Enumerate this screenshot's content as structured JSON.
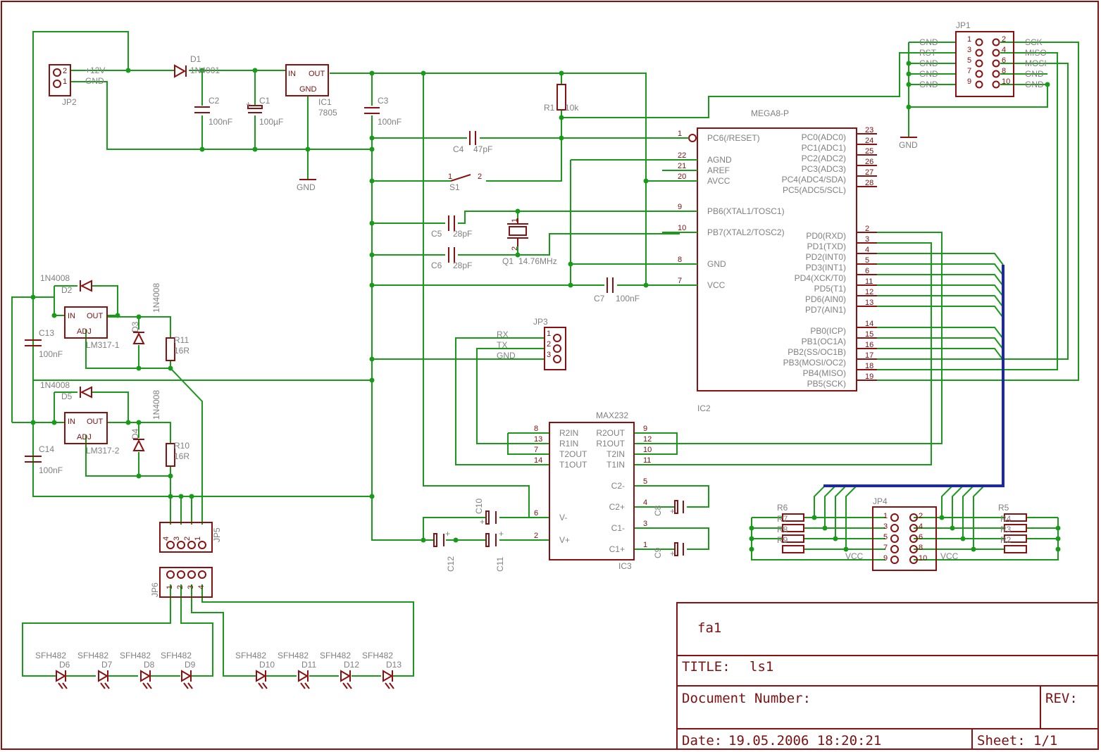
{
  "title_block": {
    "sheet_name": "fa1",
    "title_label": "TITLE:",
    "title_value": "ls1",
    "doc_number_label": "Document Number:",
    "rev_label": "REV:",
    "date_label": "Date:",
    "date_value": "19.05.2006 18:20:21",
    "sheet_label": "Sheet:",
    "sheet_value": "1/1"
  },
  "labels": {
    "jp2": "JP2",
    "jp2_p2": "2",
    "jp2_p1": "1",
    "jp2_12v": "+12V",
    "jp2_gnd": "GND",
    "d1": "D1",
    "d1_val": "1N4001",
    "c2": "C2",
    "c2_val": "100nF",
    "c1": "C1",
    "c1_val": "100µF",
    "ic1": "IC1",
    "ic1_val": "7805",
    "ic1_in": "IN",
    "ic1_out": "OUT",
    "ic1_gnd": "GND",
    "c3": "C3",
    "c3_val": "100nF",
    "r1": "R1",
    "r1_val": "10k",
    "gnd1": "GND",
    "gnd2": "GND",
    "c4": "C4",
    "c4_val": "47pF",
    "s1": "S1",
    "s1_p1": "1",
    "s1_p2": "2",
    "c5": "C5",
    "c5_val": "28pF",
    "c6": "C6",
    "c6_val": "28pF",
    "q1": "Q1",
    "q1_val": "14.76MHz",
    "q1_p1": "1",
    "q1_p2": "2",
    "c7": "C7",
    "c7_val": "100nF",
    "ic2": "IC2",
    "ic2_val": "MEGA8-P",
    "jp1": "JP1",
    "jp3": "JP3",
    "jp3_rx": "RX",
    "jp3_tx": "TX",
    "jp3_gnd": "GND",
    "ic3": "IC3",
    "ic3_val": "MAX232",
    "c8": "C8",
    "c9": "C9",
    "c10": "C10",
    "c11": "C11",
    "c12": "C12",
    "d2": "D2",
    "d2_val": "1N4008",
    "d5": "D5",
    "d5_val": "1N4008",
    "d3": "D3",
    "d3_val": "1N4008",
    "d4": "D4",
    "d4_val": "1N4008",
    "u1": "LM317-1",
    "u2": "LM317-2",
    "lm_in": "IN",
    "lm_out": "OUT",
    "lm_adj": "ADJ",
    "c13": "C13",
    "c13_val": "100nF",
    "c14": "C14",
    "c14_val": "100nF",
    "r11": "R11",
    "r11_val": "16R",
    "r10": "R10",
    "r10_val": "16R",
    "jp5": "JP5",
    "jp6": "JP6",
    "jp4": "JP4",
    "r5": "R5",
    "r6": "R6",
    "vcc": "VCC",
    "r2": "R2",
    "r3": "R3",
    "r4": "R4",
    "r7": "R7",
    "r8": "R8",
    "r9": "R9"
  },
  "jp1_pins": {
    "left_names": [
      "GND",
      "RST",
      "GND",
      "GND",
      "GND"
    ],
    "left_nums": [
      "1",
      "3",
      "5",
      "7",
      "9"
    ],
    "right_nums": [
      "2",
      "4",
      "6",
      "8",
      "10"
    ],
    "right_names": [
      "SCK",
      "MISO",
      "MOSI",
      "GND",
      "GND"
    ]
  },
  "ic2_left_pins": [
    {
      "num": "1",
      "name": "PC6(/RESET)"
    },
    {
      "num": "22",
      "name": "AGND"
    },
    {
      "num": "21",
      "name": "AREF"
    },
    {
      "num": "20",
      "name": "AVCC"
    },
    {
      "num": "9",
      "name": "PB6(XTAL1/TOSC1)"
    },
    {
      "num": "10",
      "name": "PB7(XTAL2/TOSC2)"
    },
    {
      "num": "8",
      "name": "GND"
    },
    {
      "num": "7",
      "name": "VCC"
    }
  ],
  "ic2_right_pins": [
    {
      "num": "23",
      "name": "PC0(ADC0)"
    },
    {
      "num": "24",
      "name": "PC1(ADC1)"
    },
    {
      "num": "25",
      "name": "PC2(ADC2)"
    },
    {
      "num": "26",
      "name": "PC3(ADC3)"
    },
    {
      "num": "27",
      "name": "PC4(ADC4/SDA)"
    },
    {
      "num": "28",
      "name": "PC5(ADC5/SCL)"
    },
    {
      "num": "2",
      "name": "PD0(RXD)"
    },
    {
      "num": "3",
      "name": "PD1(TXD)"
    },
    {
      "num": "4",
      "name": "PD2(INT0)"
    },
    {
      "num": "5",
      "name": "PD3(INT1)"
    },
    {
      "num": "6",
      "name": "PD4(XCK/T0)"
    },
    {
      "num": "11",
      "name": "PD5(T1)"
    },
    {
      "num": "12",
      "name": "PD6(AIN0)"
    },
    {
      "num": "13",
      "name": "PD7(AIN1)"
    },
    {
      "num": "14",
      "name": "PB0(ICP)"
    },
    {
      "num": "15",
      "name": "PB1(OC1A)"
    },
    {
      "num": "16",
      "name": "PB2(SS/OC1B)"
    },
    {
      "num": "17",
      "name": "PB3(MOSI/OC2)"
    },
    {
      "num": "18",
      "name": "PB4(MISO)"
    },
    {
      "num": "19",
      "name": "PB5(SCK)"
    }
  ],
  "ic3_left_pins": [
    {
      "num": "8",
      "name": "R2IN"
    },
    {
      "num": "13",
      "name": "R1IN"
    },
    {
      "num": "7",
      "name": "T2OUT"
    },
    {
      "num": "14",
      "name": "T1OUT"
    },
    {
      "num": "6",
      "name": "V-"
    },
    {
      "num": "2",
      "name": "V+"
    }
  ],
  "ic3_right_pins": [
    {
      "num": "9",
      "name": "R2OUT"
    },
    {
      "num": "12",
      "name": "R1OUT"
    },
    {
      "num": "10",
      "name": "T2IN"
    },
    {
      "num": "11",
      "name": "T1IN"
    },
    {
      "num": "5",
      "name": "C2-"
    },
    {
      "num": "4",
      "name": "C2+"
    },
    {
      "num": "3",
      "name": "C1-"
    },
    {
      "num": "1",
      "name": "C1+"
    }
  ],
  "jp3_pins": [
    "1",
    "2",
    "3"
  ],
  "jp4_pins": {
    "left": [
      "1",
      "3",
      "5",
      "7",
      "9"
    ],
    "right": [
      "2",
      "4",
      "6",
      "8",
      "10"
    ]
  },
  "jp5_pins": [
    "4",
    "3",
    "2",
    "1"
  ],
  "jp6_pins": [
    "1",
    "2",
    "3",
    "4"
  ],
  "ir_leds": [
    {
      "type": "SFH482",
      "ref": "D6"
    },
    {
      "type": "SFH482",
      "ref": "D7"
    },
    {
      "type": "SFH482",
      "ref": "D8"
    },
    {
      "type": "SFH482",
      "ref": "D9"
    },
    {
      "type": "SFH482",
      "ref": "D10"
    },
    {
      "type": "SFH482",
      "ref": "D11"
    },
    {
      "type": "SFH482",
      "ref": "D12"
    },
    {
      "type": "SFH482",
      "ref": "D13"
    }
  ],
  "colors": {
    "wire": "#1a9a1a",
    "part": "#8b1010",
    "bus": "#1c2a9a",
    "text": "#808080",
    "frame": "#8b1010"
  }
}
